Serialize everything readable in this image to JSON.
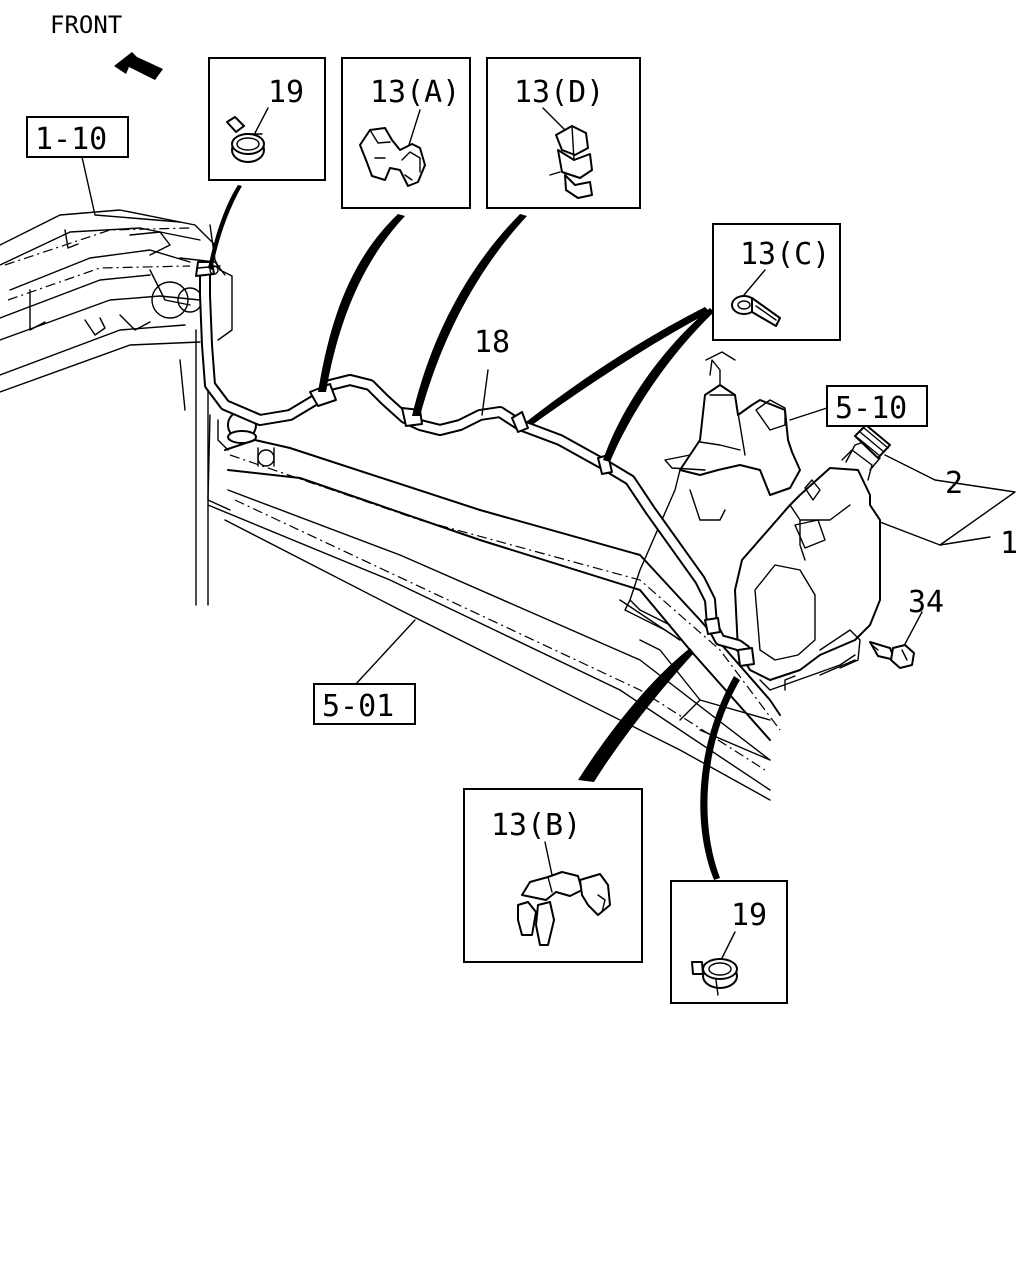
{
  "labels": {
    "front": "FRONT",
    "ref_1_10": "1-10",
    "ref_5_10": "5-10",
    "ref_5_01": "5-01",
    "part_1": "1",
    "part_2": "2",
    "part_18": "18",
    "part_34": "34"
  },
  "callouts": {
    "c19_top": "19",
    "c13a": "13(A)",
    "c13d": "13(D)",
    "c13c": "13(C)",
    "c13b": "13(B)",
    "c19_bottom": "19"
  }
}
